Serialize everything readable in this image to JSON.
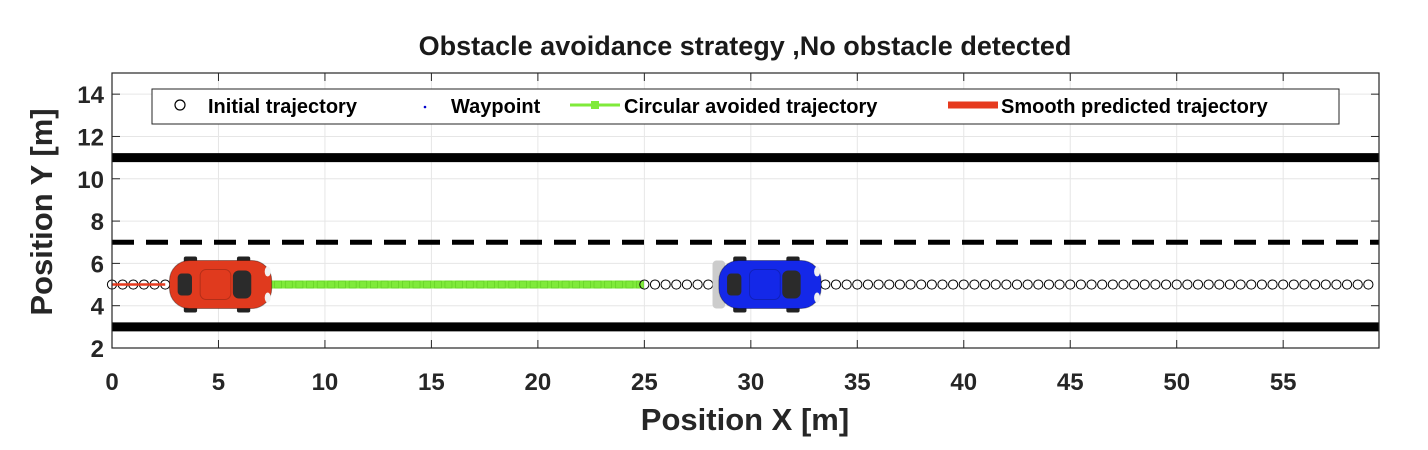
{
  "chart_data": {
    "type": "line",
    "title": "Obstacle avoidance strategy ,No obstacle detected",
    "xlabel": "Position X [m]",
    "ylabel": "Position Y [m]",
    "xlim": [
      0,
      59.5
    ],
    "ylim": [
      2,
      15
    ],
    "xticks": [
      0,
      5,
      10,
      15,
      20,
      25,
      30,
      35,
      40,
      45,
      50,
      55
    ],
    "yticks": [
      2,
      4,
      6,
      8,
      10,
      12,
      14
    ],
    "grid": true,
    "legend_position": "top",
    "lanes": {
      "solid_y": [
        3,
        11
      ],
      "dashed_y": [
        7
      ],
      "color": "#000000"
    },
    "series": [
      {
        "name": "Initial trajectory",
        "style": "circle-markers",
        "color": "#000000",
        "x_start": 0,
        "x_end": 59,
        "x_step": 0.5,
        "y": 5
      },
      {
        "name": "Waypoint",
        "style": "dot",
        "color": "#0000cc",
        "points": []
      },
      {
        "name": "Circular avoided trajectory",
        "style": "line-square",
        "color": "#7fea3a",
        "x_start": 7.3,
        "x_end": 24.8,
        "x_step": 0.5,
        "y": 5
      },
      {
        "name": "Smooth predicted trajectory",
        "style": "thick-line",
        "color": "#e63a1e",
        "x_start": 0,
        "x_end": 2.5,
        "y": 5
      }
    ],
    "vehicles": [
      {
        "name": "ego-car",
        "color": "#e03a1e",
        "x_center": 5.1,
        "y_center": 5,
        "length": 4.8
      },
      {
        "name": "obstacle-car",
        "color": "#1428e8",
        "x_center": 30.9,
        "y_center": 5,
        "length": 4.8
      }
    ],
    "detection_zone": {
      "x_start": 28.2,
      "x_end": 28.8,
      "color": "#cccccc"
    }
  }
}
